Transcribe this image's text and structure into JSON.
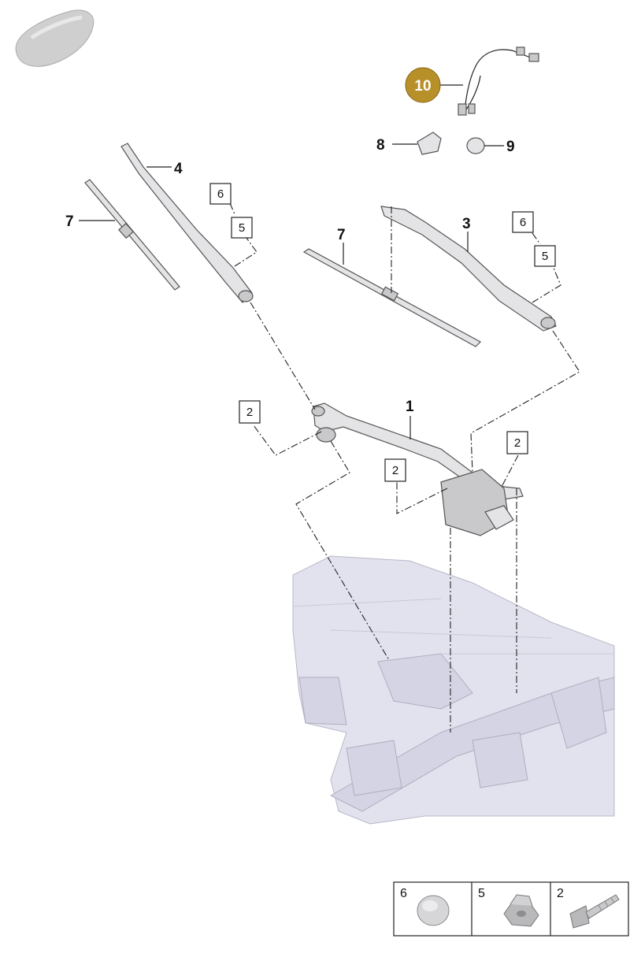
{
  "labels": {
    "part_1": "1",
    "part_3": "3",
    "part_4": "4",
    "part_7_left": "7",
    "part_7_right": "7",
    "part_8": "8",
    "part_9": "9",
    "part_10": "10",
    "box_6_left": "6",
    "box_5_left": "5",
    "box_6_right": "6",
    "box_5_right": "5",
    "box_2_left": "2",
    "box_2_mid": "2",
    "box_2_right": "2"
  },
  "legend": {
    "items": [
      {
        "number": "6",
        "icon": "cap-icon"
      },
      {
        "number": "5",
        "icon": "hex-nut-icon"
      },
      {
        "number": "2",
        "icon": "bolt-icon"
      }
    ]
  },
  "colors": {
    "callout_fill": "#b8902a",
    "part_grey": "#e4e4e6",
    "body_structure": "#e2e2ee"
  }
}
